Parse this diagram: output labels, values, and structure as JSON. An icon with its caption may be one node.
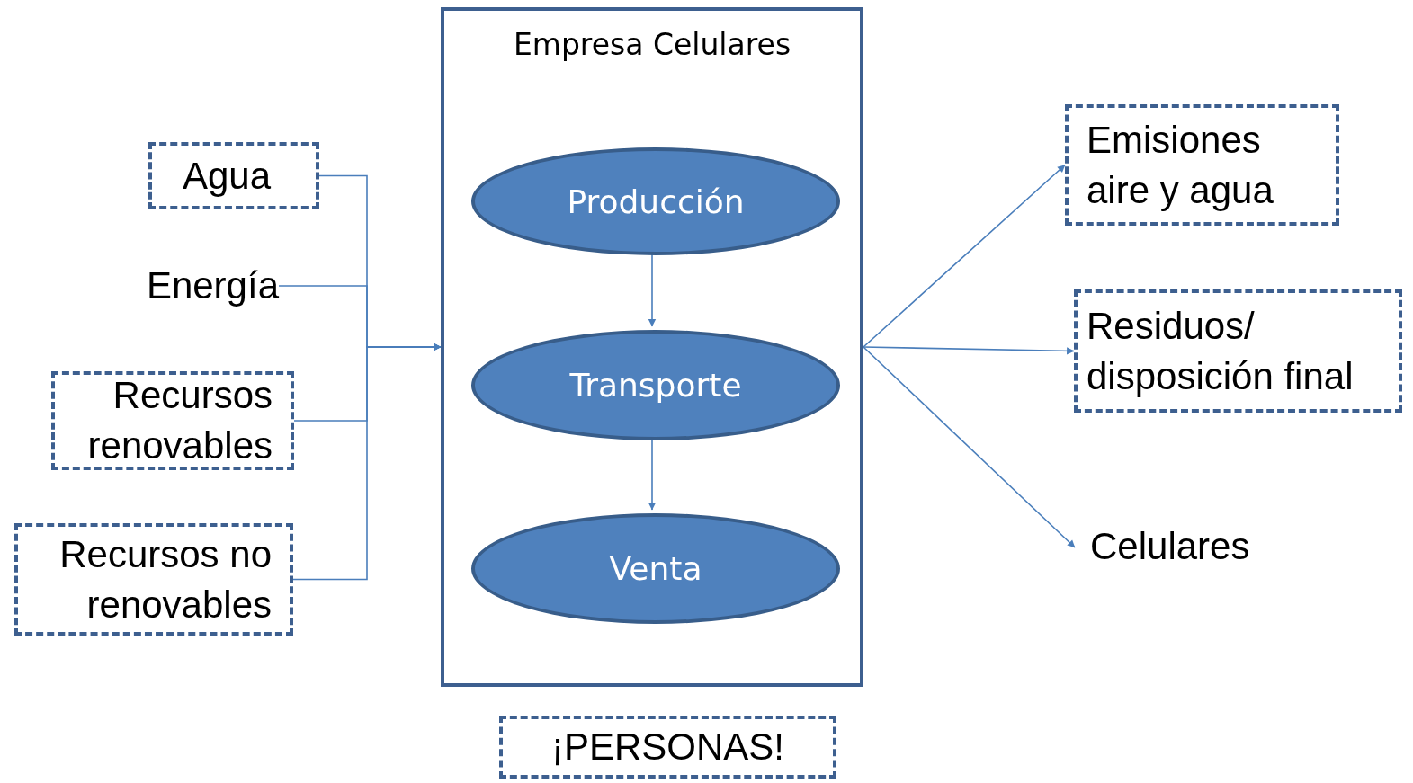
{
  "diagram": {
    "nodes": [
      {
        "text": [
          "Agua"
        ]
      },
      {
        "text": [
          "Energía"
        ]
      },
      {
        "text": [
          "Recursos renovables"
        ]
      },
      {
        "text": [
          "Recursos no renovables"
        ]
      },
      {
        "text": [
          "Empresa Celulares"
        ]
      },
      {
        "text": [
          "Producción"
        ],
        "in": 4
      },
      {
        "text": [
          "Transporte"
        ],
        "in": 4
      },
      {
        "text": [
          "Venta"
        ],
        "in": 4
      },
      {
        "text": [
          "Emisiones aire y agua"
        ]
      },
      {
        "text": [
          "Residuos/ disposición final"
        ]
      },
      {
        "text": [
          "Celulares"
        ]
      },
      {
        "text": [
          "¡PERSONAS!"
        ]
      }
    ],
    "edges": [
      {
        "from": 0,
        "to": 4,
        "arrow": "to"
      },
      {
        "from": 1,
        "to": 4,
        "arrow": "to"
      },
      {
        "from": 2,
        "to": 4,
        "arrow": "to"
      },
      {
        "from": 3,
        "to": 4,
        "arrow": "to"
      },
      {
        "from": 5,
        "to": 6,
        "arrow": "to"
      },
      {
        "from": 6,
        "to": 7,
        "arrow": "to"
      },
      {
        "from": 4,
        "to": 8,
        "arrow": "to"
      },
      {
        "from": 4,
        "to": 9,
        "arrow": "to"
      },
      {
        "from": 4,
        "to": 10,
        "arrow": "to"
      }
    ]
  }
}
